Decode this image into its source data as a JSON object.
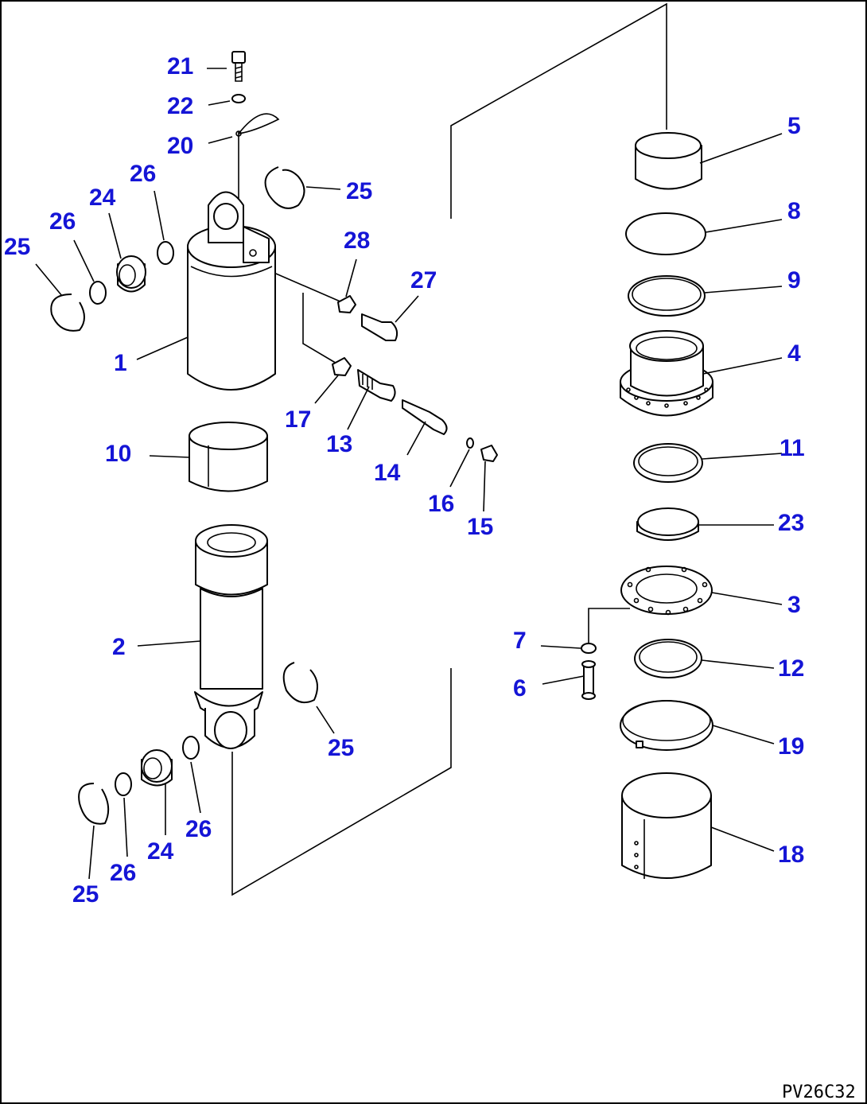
{
  "labels": {
    "p1": "1",
    "p2": "2",
    "p3": "3",
    "p4": "4",
    "p5": "5",
    "p6": "6",
    "p7": "7",
    "p8": "8",
    "p9": "9",
    "p10": "10",
    "p11": "11",
    "p12": "12",
    "p13": "13",
    "p14": "14",
    "p15": "15",
    "p16": "16",
    "p17": "17",
    "p18": "18",
    "p19": "19",
    "p20": "20",
    "p21": "21",
    "p22": "22",
    "p23": "23",
    "p24": "24",
    "p25": "25",
    "p26": "26",
    "p27": "27",
    "p28": "28"
  },
  "drawing_code": "PV26C32",
  "label_color": "#1515d6"
}
